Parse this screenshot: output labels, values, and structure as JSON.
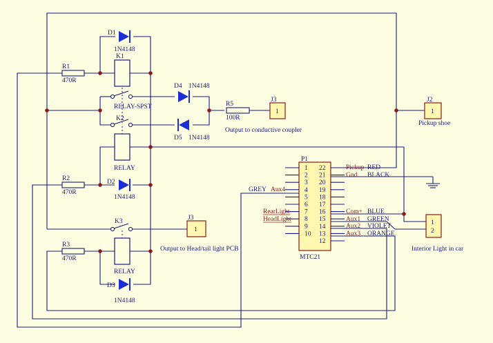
{
  "components": {
    "D1": {
      "ref": "D1",
      "part": "1N4148"
    },
    "D2": {
      "ref": "D2",
      "part": "1N4148"
    },
    "D3": {
      "ref": "D3",
      "part": "1N4148"
    },
    "D4": {
      "ref": "D4",
      "part": "1N4148"
    },
    "D5": {
      "ref": "D5",
      "part": "1N4148"
    },
    "R1": {
      "ref": "R1",
      "value": "470R"
    },
    "R2": {
      "ref": "R2",
      "value": "470R"
    },
    "R3": {
      "ref": "R3",
      "value": "470R"
    },
    "R5": {
      "ref": "R5",
      "value": "100R"
    },
    "K1": {
      "ref": "K1",
      "label": "RELAY-SPST"
    },
    "K2": {
      "ref": "K2",
      "label": "RELAY"
    },
    "K3": {
      "ref": "K3",
      "label": "RELAY"
    },
    "J2": {
      "ref": "J2",
      "pin": "1",
      "label": "Pickup shoe"
    },
    "J3a": {
      "ref": "J3",
      "pin": "1",
      "label": "Output to conductive coupler"
    },
    "J3b": {
      "ref": "J3",
      "pin": "1",
      "label": "Output to Head/tail light PCB"
    },
    "J_int": {
      "pins": [
        "1",
        "2"
      ],
      "label": "Interior Light in car"
    },
    "P1": {
      "ref": "P1",
      "part": "MTC21"
    }
  },
  "p1_pins": {
    "left": [
      "1",
      "2",
      "3",
      "4",
      "5",
      "6",
      "7",
      "8",
      "9",
      "10"
    ],
    "right": [
      "22",
      "21",
      "20",
      "19",
      "18",
      "17",
      "16",
      "15",
      "14",
      "13",
      "12"
    ]
  },
  "nets": {
    "pickup": "Pickup",
    "gnd": "Gnd",
    "com": "Com+",
    "aux1": "Aux1",
    "aux2": "Aux2",
    "aux3": "Aux3",
    "aux4": "Aux4",
    "rearlight": "RearLight",
    "headlight": "HeadLight"
  },
  "wire_colors": {
    "red": "RED",
    "black": "BLACK",
    "blue": "BLUE",
    "green": "GREEN",
    "violet": "VIOLET",
    "orange": "ORANGE",
    "grey": "GREY"
  }
}
